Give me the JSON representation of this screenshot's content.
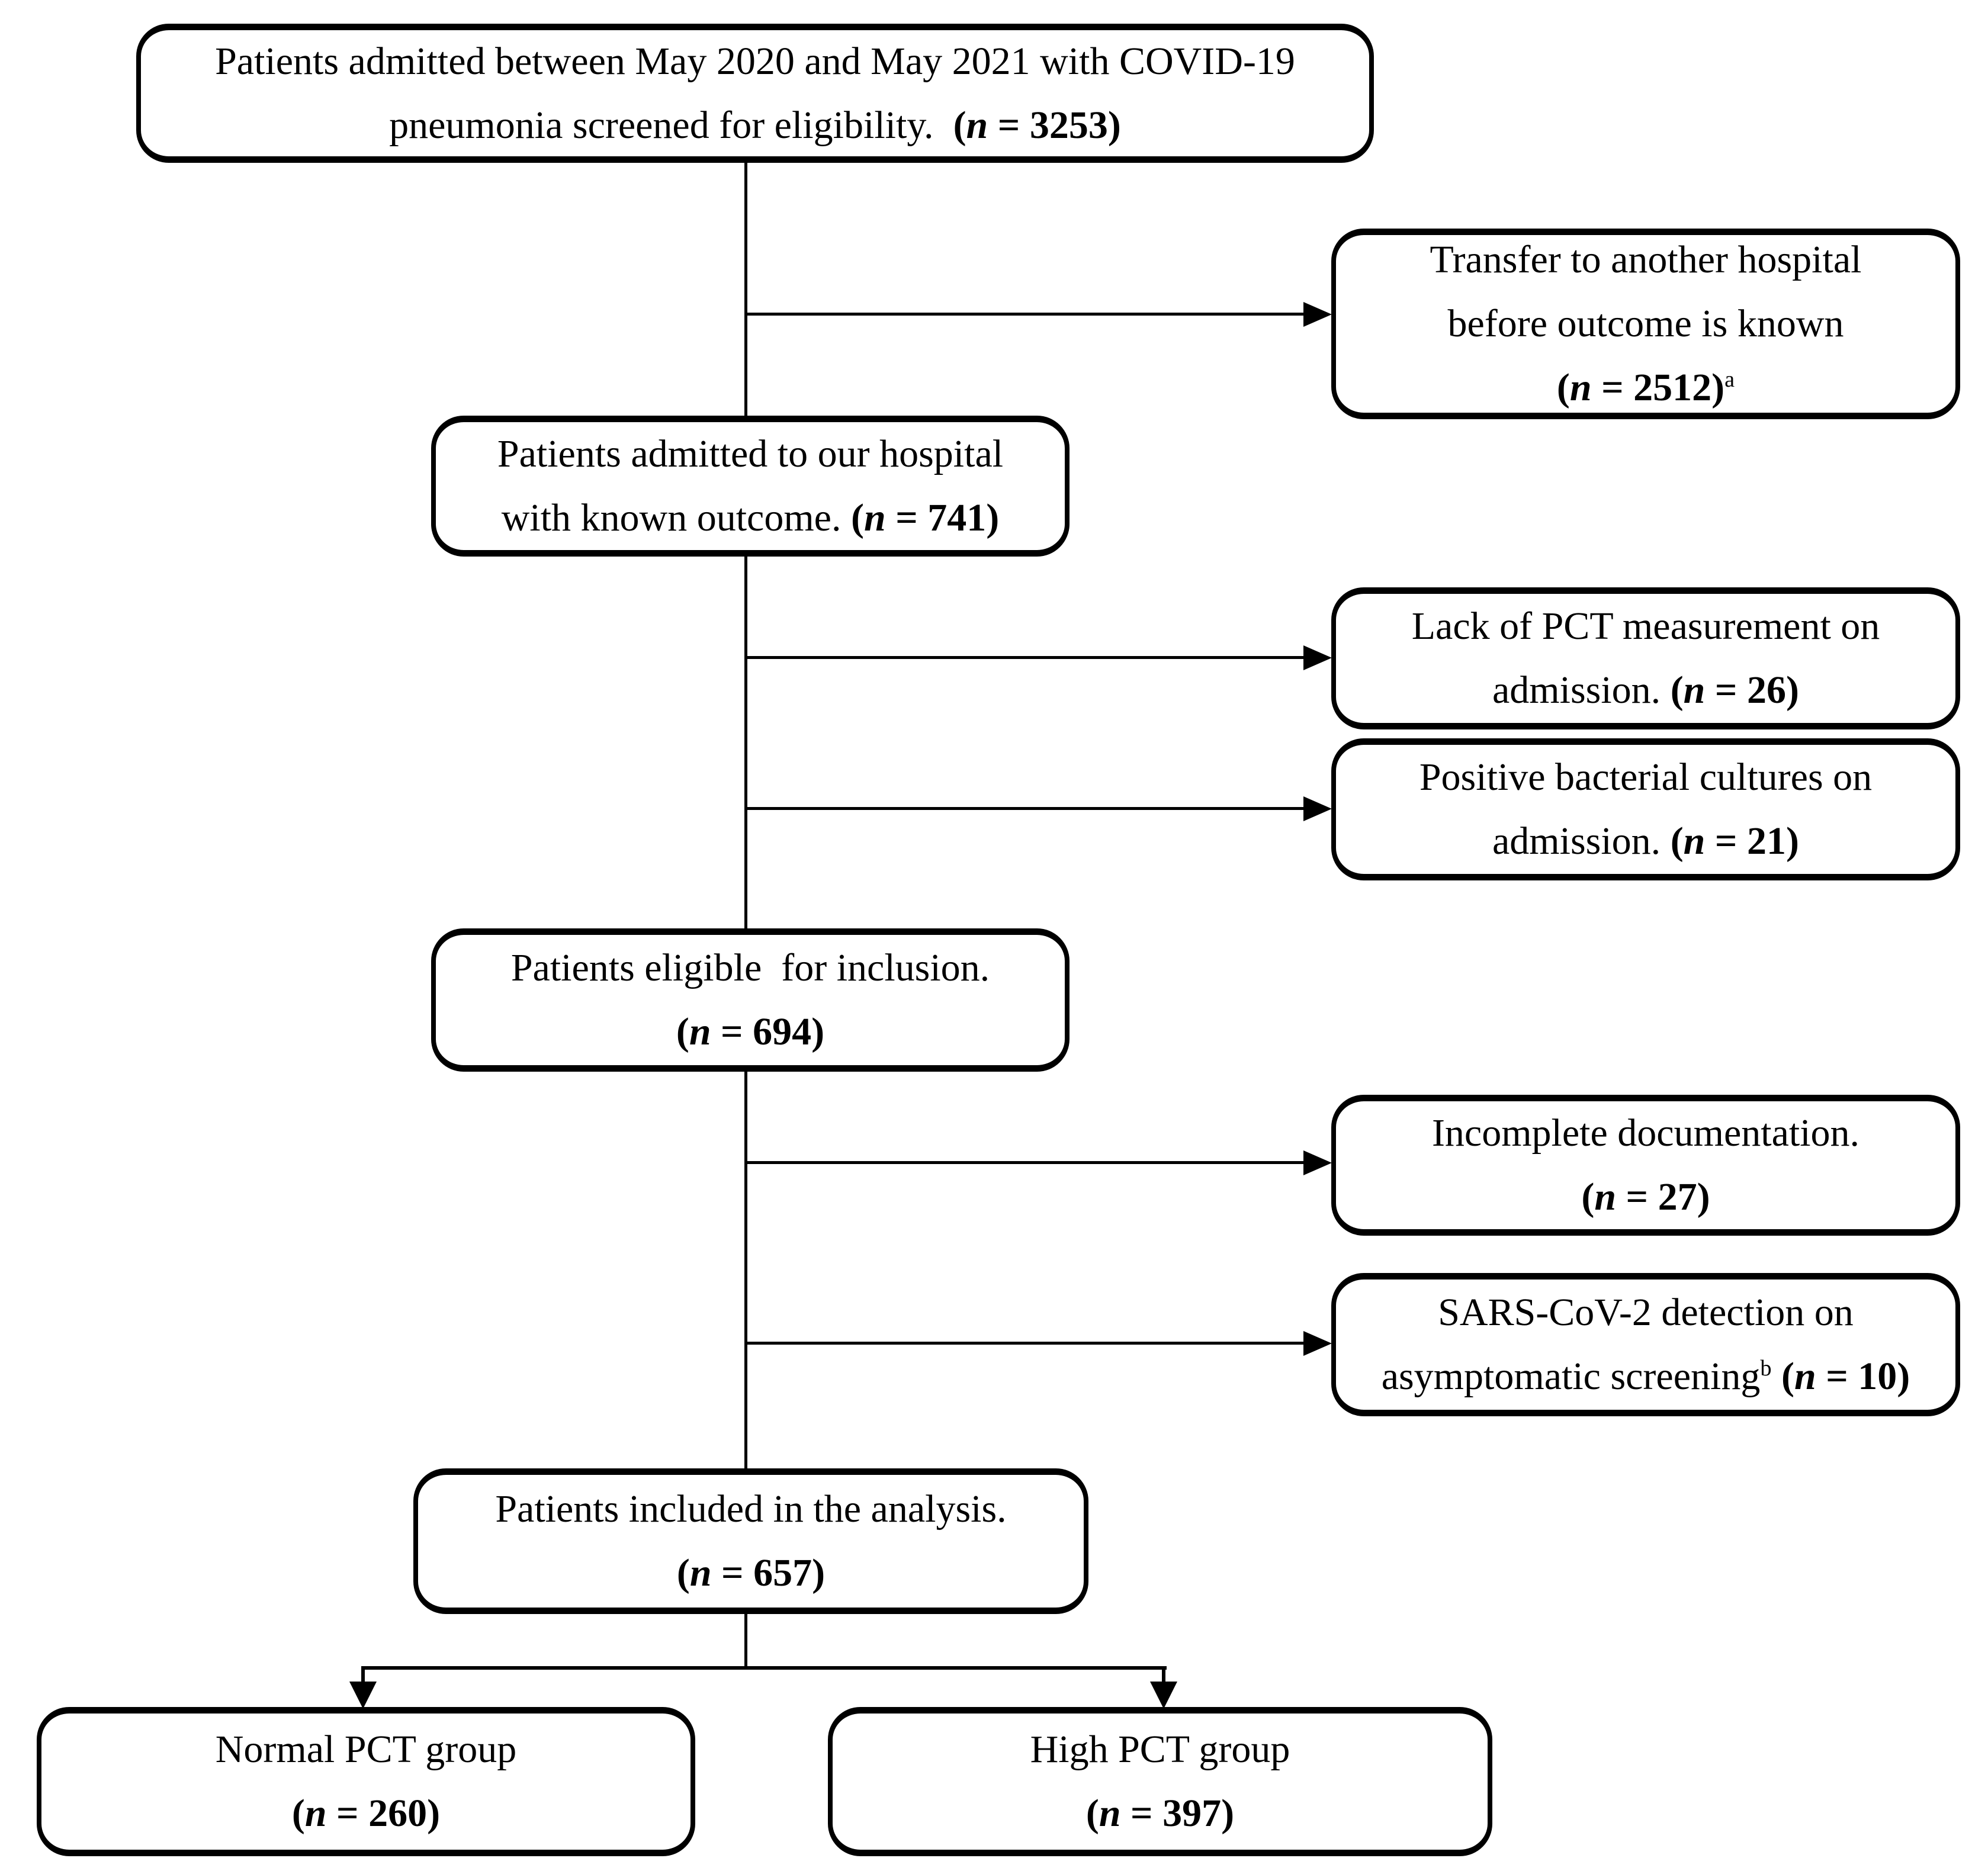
{
  "figure": {
    "type": "patient-flow-diagram",
    "colors": {
      "ink": "#000000",
      "background": "#ffffff"
    },
    "counts": {
      "screened": 3253,
      "transferred_before_outcome": 2512,
      "known_outcome": 741,
      "lack_pct_measurement": 26,
      "positive_bacterial_cultures": 21,
      "eligible": 694,
      "incomplete_documentation": 27,
      "sars_cov2_asymptomatic_screening": 10,
      "included_in_analysis": 657,
      "normal_pct_group": 260,
      "high_pct_group": 397
    },
    "boxes": {
      "screening": {
        "lines": [
          [
            {
              "t": "Patients admitted between May 2020 and May 2021 with COVID-19",
              "s": "r"
            }
          ],
          [
            {
              "t": "pneumonia screened for eligibility.  ",
              "s": "r"
            },
            {
              "t": "(",
              "s": "b"
            },
            {
              "t": "n",
              "s": "bi"
            },
            {
              "t": " = 3253)",
              "s": "b"
            }
          ]
        ]
      },
      "transfer": {
        "lines": [
          [
            {
              "t": "Transfer to another hospital",
              "s": "r"
            }
          ],
          [
            {
              "t": "before outcome is known",
              "s": "r"
            }
          ],
          [
            {
              "t": "(",
              "s": "b"
            },
            {
              "t": "n",
              "s": "bi"
            },
            {
              "t": " = 2512)",
              "s": "b"
            },
            {
              "t": "a",
              "s": "sup"
            }
          ]
        ]
      },
      "outcome": {
        "lines": [
          [
            {
              "t": "Patients admitted to our hospital",
              "s": "r"
            }
          ],
          [
            {
              "t": "with known outcome. ",
              "s": "r"
            },
            {
              "t": "(",
              "s": "b"
            },
            {
              "t": "n",
              "s": "bi"
            },
            {
              "t": " = 741)",
              "s": "b"
            }
          ]
        ]
      },
      "lack": {
        "lines": [
          [
            {
              "t": "Lack of PCT measurement on",
              "s": "r"
            }
          ],
          [
            {
              "t": "admission. ",
              "s": "r"
            },
            {
              "t": "(",
              "s": "b"
            },
            {
              "t": "n",
              "s": "bi"
            },
            {
              "t": " = 26)",
              "s": "b"
            }
          ]
        ]
      },
      "cultures": {
        "lines": [
          [
            {
              "t": "Positive bacterial cultures on",
              "s": "r"
            }
          ],
          [
            {
              "t": "admission. ",
              "s": "r"
            },
            {
              "t": "(",
              "s": "b"
            },
            {
              "t": "n",
              "s": "bi"
            },
            {
              "t": " = 21)",
              "s": "b"
            }
          ]
        ]
      },
      "eligible": {
        "lines": [
          [
            {
              "t": "Patients eligible  for inclusion.",
              "s": "r"
            }
          ],
          [
            {
              "t": "(",
              "s": "b"
            },
            {
              "t": "n",
              "s": "bi"
            },
            {
              "t": " = 694)",
              "s": "b"
            }
          ]
        ]
      },
      "incomplete": {
        "lines": [
          [
            {
              "t": "Incomplete documentation.",
              "s": "r"
            }
          ],
          [
            {
              "t": "(",
              "s": "b"
            },
            {
              "t": "n",
              "s": "bi"
            },
            {
              "t": " = 27)",
              "s": "b"
            }
          ]
        ]
      },
      "sars": {
        "lines": [
          [
            {
              "t": "SARS-CoV-2 detection on",
              "s": "r"
            }
          ],
          [
            {
              "t": "asymptomatic screening",
              "s": "r"
            },
            {
              "t": "b",
              "s": "sup"
            },
            {
              "t": " ",
              "s": "r"
            },
            {
              "t": "(",
              "s": "b"
            },
            {
              "t": "n",
              "s": "bi"
            },
            {
              "t": " = 10)",
              "s": "b"
            }
          ]
        ]
      },
      "included": {
        "lines": [
          [
            {
              "t": "Patients included in the analysis.",
              "s": "r"
            }
          ],
          [
            {
              "t": "(",
              "s": "b"
            },
            {
              "t": "n",
              "s": "bi"
            },
            {
              "t": " = 657)",
              "s": "b"
            }
          ]
        ]
      },
      "normal": {
        "lines": [
          [
            {
              "t": "Normal PCT group",
              "s": "r"
            }
          ],
          [
            {
              "t": "(",
              "s": "b"
            },
            {
              "t": "n",
              "s": "bi"
            },
            {
              "t": " = 260)",
              "s": "b"
            }
          ]
        ]
      },
      "high": {
        "lines": [
          [
            {
              "t": "High PCT group",
              "s": "r"
            }
          ],
          [
            {
              "t": "(",
              "s": "b"
            },
            {
              "t": "n",
              "s": "bi"
            },
            {
              "t": " = 397)",
              "s": "b"
            }
          ]
        ]
      }
    }
  }
}
